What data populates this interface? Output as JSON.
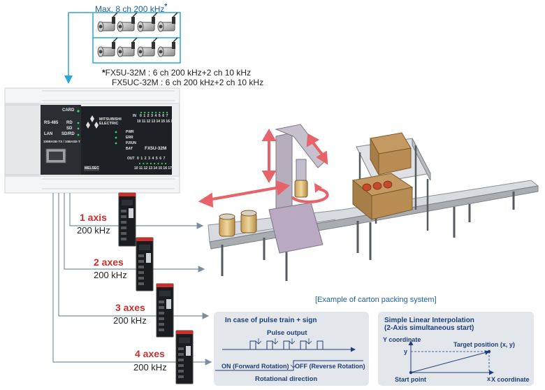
{
  "top_label": "Max. 8 ch 200 kHz",
  "asterisk": "*",
  "notes": [
    {
      "marker": "*",
      "text": "FX5U-32M   : 6 ch 200 kHz+2 ch 10 kHz"
    },
    {
      "marker": "",
      "text": "FX5UC-32M : 6 ch 200 kHz+2 ch 10 kHz"
    }
  ],
  "plc": {
    "card": "CARD",
    "rs485": "RS-485",
    "rd": "RD",
    "sd": "SD",
    "lan": "LAN",
    "sdrd": "SD/RD",
    "mac": "100BASE-TX / 10BASE-T",
    "brand": "MITSUBISHI ELECTRIC",
    "in": "IN",
    "in_row1": "0 1 2 3 4 5 6 7",
    "in_row2": "10 11 12 13 14 15 16 17",
    "pwr": "PWR",
    "err": "ERR",
    "prun": "P.RUN",
    "bat": "BAT",
    "model": "FX5U-32M",
    "out": "OUT",
    "out_row1": "0 1 2 3 4 5 6 7",
    "out_row2": "10 11 12 13 14 15 16 17",
    "melsec": "MELSEC"
  },
  "axes": [
    {
      "label": "1 axis",
      "freq": "200 kHz"
    },
    {
      "label": "2 axes",
      "freq": "200 kHz"
    },
    {
      "label": "3 axes",
      "freq": "200 kHz"
    },
    {
      "label": "4 axes",
      "freq": "200 kHz"
    }
  ],
  "system_caption": "[Example of carton packing system]",
  "pulse_panel": {
    "title": "In case of pulse train + sign",
    "pulse_output": "Pulse output",
    "on_label": "ON (Forward Rotation)",
    "off_label": "OFF (Reverse Rotation)",
    "direction": "Rotational direction"
  },
  "interp_panel": {
    "title_line1": "Simple Linear Interpolation",
    "title_line2": "(2-Axis simultaneous start)",
    "y_coord": "Y coordinate",
    "target": "Target position (x, y)",
    "y": "y",
    "x": "x",
    "start": "Start point",
    "x_coord": "X coordinate"
  },
  "colors": {
    "cyan_line": "#2aa7d8",
    "arrow_red": "#e8626a",
    "servo_red": "#c8302e",
    "blue_text": "#1f5f9e"
  }
}
